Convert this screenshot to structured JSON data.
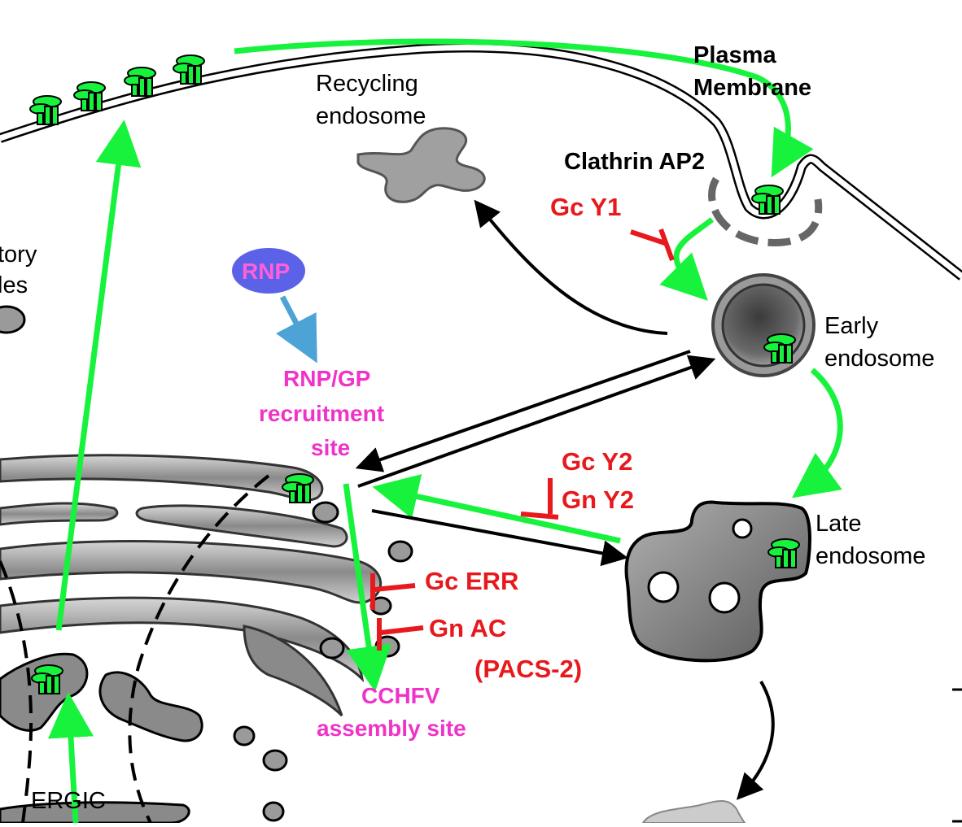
{
  "labels": {
    "plasma_membrane_1": "Plasma",
    "plasma_membrane_2": "Membrane",
    "recycling_endosome_1": "Recycling",
    "recycling_endosome_2": "endosome",
    "clathrin_ap2": "Clathrin AP2",
    "gc_y1": "Gc Y1",
    "secretory_vesicles_1": "tory",
    "secretory_vesicles_2": "les",
    "rnp": "RNP",
    "recruitment_1": "RNP/GP",
    "recruitment_2": "recruitment",
    "recruitment_3": "site",
    "early_endosome_1": "Early",
    "early_endosome_2": "endosome",
    "gc_y2": "Gc Y2",
    "gn_y2": "Gn Y2",
    "late_endosome_1": "Late",
    "late_endosome_2": "endosome",
    "gc_err": "Gc ERR",
    "gn_ac": "Gn AC",
    "pacs2": "(PACS-2)",
    "assembly_1": "CCHFV",
    "assembly_2": "assembly site",
    "ergic": "ERGIC"
  },
  "colors": {
    "green": "#17f33d",
    "red": "#e8191c",
    "pink": "#f033c8",
    "blue_arrow": "#4da3d6",
    "rnp_fill": "#5b62e8",
    "gray_dark": "#555555",
    "gray_mid": "#9a9a9a",
    "gray_light": "#c8c8c8"
  }
}
